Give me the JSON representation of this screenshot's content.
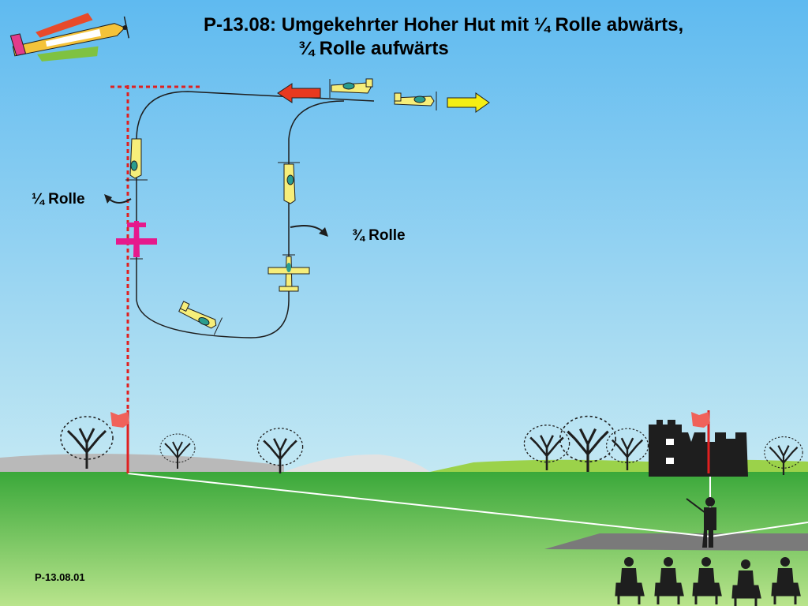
{
  "title": {
    "line1": "P-13.08: Umgekehrter Hoher Hut mit ¼  Rolle abwärts,",
    "line2": "¾  Rolle aufwärts"
  },
  "annotations": {
    "quarter_roll": "¼  Rolle",
    "three_quarter_roll": "¾  Rolle"
  },
  "figure_code": "P-13.08.01",
  "colors": {
    "sky_top": "#5fbaf0",
    "sky_bottom": "#bfe6f4",
    "grass_top": "#3fae3f",
    "grass_bottom": "#b5e38a",
    "aerobatic_box_line": "#e02020",
    "entry_arrow": "#e8391f",
    "exit_arrow": "#f5ee14",
    "plane_yellow": "#f6ee7a",
    "plane_magenta": "#e6198c",
    "silhouette": "#1e1e1e"
  },
  "icons": [
    "logo-plane-icon",
    "flag-icon",
    "castle-icon",
    "pilot-icon",
    "judge-icon",
    "tree-icon"
  ]
}
